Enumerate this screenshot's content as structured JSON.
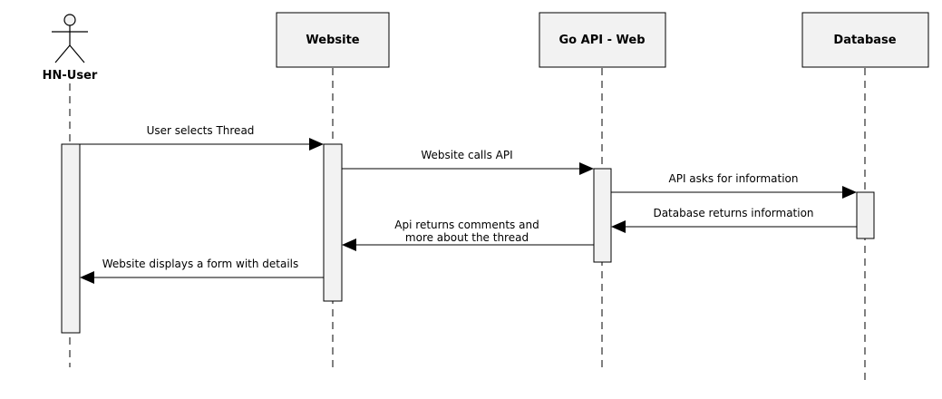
{
  "participants": [
    {
      "id": "hn_user",
      "kind": "actor",
      "label": "HN-User"
    },
    {
      "id": "website",
      "kind": "box",
      "label": "Website"
    },
    {
      "id": "go_api",
      "kind": "box",
      "label": "Go API - Web"
    },
    {
      "id": "database",
      "kind": "box",
      "label": "Database"
    }
  ],
  "messages": [
    {
      "from": "hn_user",
      "to": "website",
      "lines": [
        "User selects Thread"
      ]
    },
    {
      "from": "website",
      "to": "go_api",
      "lines": [
        "Website calls API"
      ]
    },
    {
      "from": "go_api",
      "to": "database",
      "lines": [
        "API asks for information"
      ]
    },
    {
      "from": "database",
      "to": "go_api",
      "lines": [
        "Database returns information"
      ]
    },
    {
      "from": "go_api",
      "to": "website",
      "lines": [
        "Api returns comments and",
        "more about the thread"
      ]
    },
    {
      "from": "website",
      "to": "hn_user",
      "lines": [
        "Website displays a form with details"
      ]
    }
  ]
}
